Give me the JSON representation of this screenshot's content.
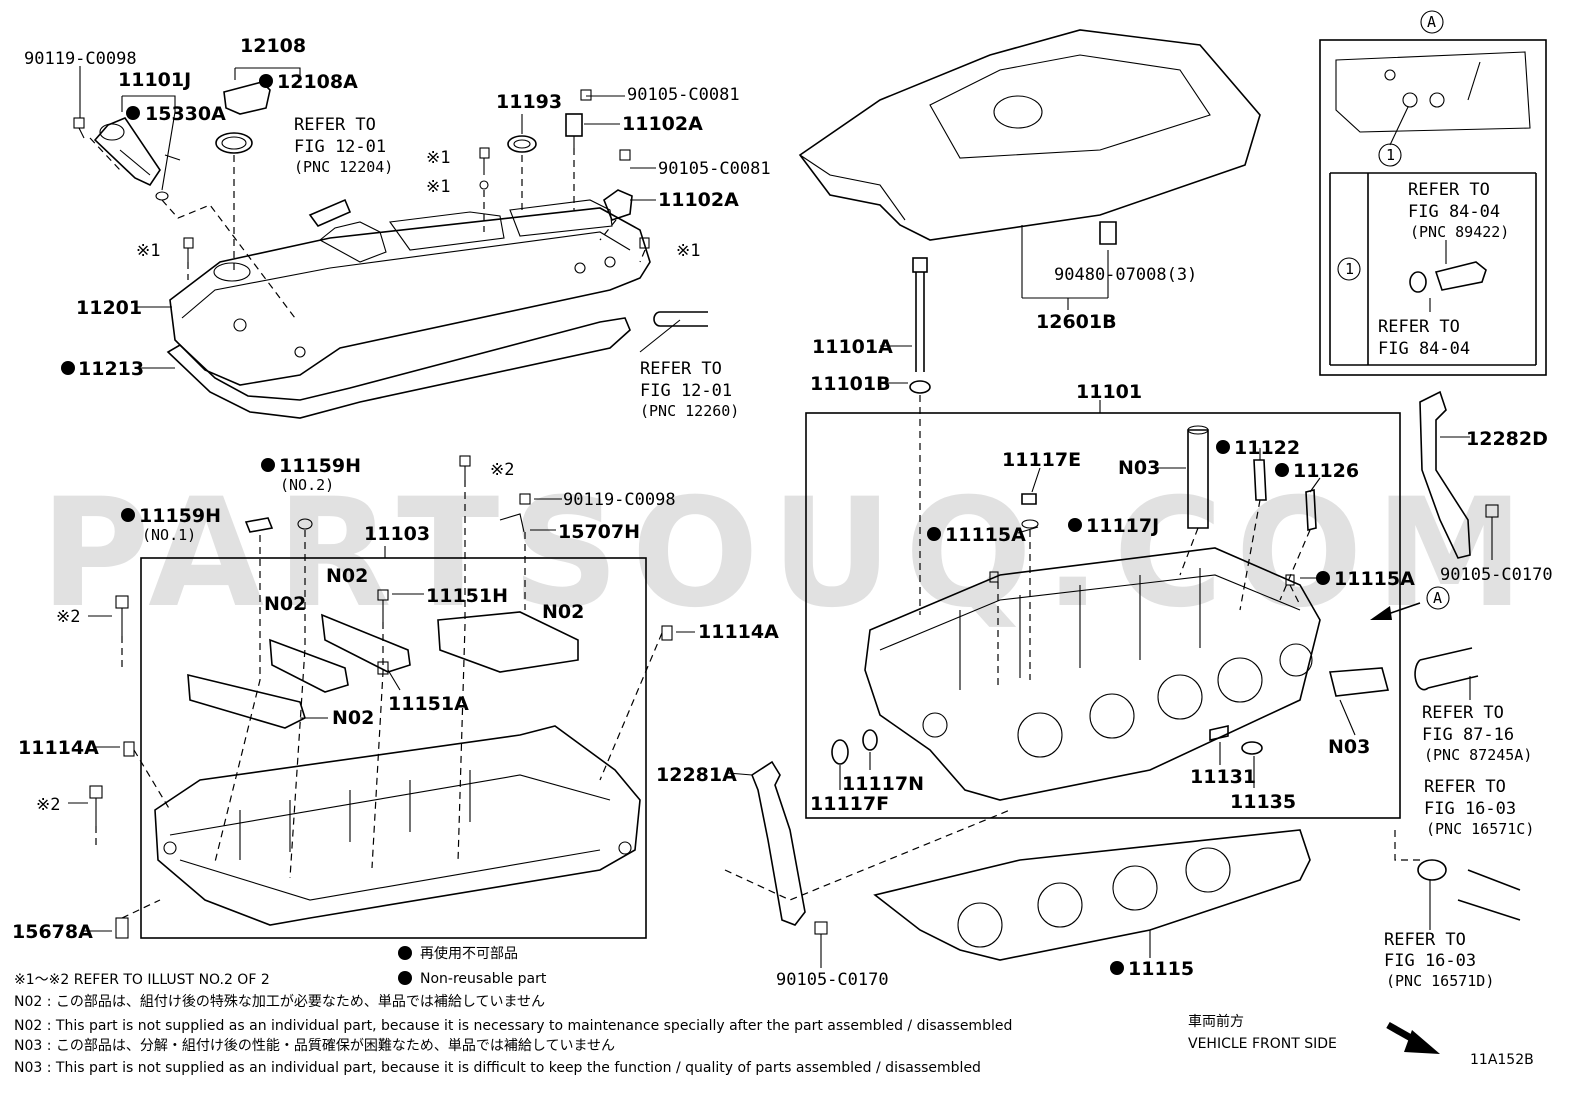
{
  "watermark": "PARTSOUQ.COM",
  "diagram_code": "11A152B",
  "labels": {
    "p90119_c0098_a": "90119-C0098",
    "p11101j": "11101J",
    "p15330a": "15330A",
    "p12108": "12108",
    "p12108a": "12108A",
    "refer_1201_a": "REFER TO",
    "refer_1201_b": "FIG 12-01",
    "refer_1201_c": "(PNC 12204)",
    "p11193": "11193",
    "p90105_c0081_a": "90105-C0081",
    "p11102a_a": "11102A",
    "x1_a": "※1",
    "x1_b": "※1",
    "p90105_c0081_b": "90105-C0081",
    "p11102a_b": "11102A",
    "x1_c": "※1",
    "x1_d": "※1",
    "p11201": "11201",
    "p11213": "11213",
    "refer_12260_a": "REFER TO",
    "refer_12260_b": "FIG 12-01",
    "refer_12260_c": "(PNC 12260)",
    "p11159h_no2": "11159H",
    "no2": "(NO.2)",
    "x2_a": "※2",
    "p90119_c0098_b": "90119-C0098",
    "p11159h_no1": "11159H",
    "no1": "(NO.1)",
    "p11103": "11103",
    "p15707h": "15707H",
    "n02_a": "N02",
    "n02_b": "N02",
    "p11151h": "11151H",
    "n02_c": "N02",
    "x2_b": "※2",
    "p11114a_a": "11114A",
    "p11151a": "11151A",
    "n02_d": "N02",
    "p11114a_b": "11114A",
    "x2_c": "※2",
    "p15678a": "15678A",
    "p90480_07008": "90480-07008(3)",
    "p12601b": "12601B",
    "p11101a": "11101A",
    "p11101b": "11101B",
    "p11101": "11101",
    "p11117e": "11117E",
    "n03_a": "N03",
    "p11122": "11122",
    "p11126": "11126",
    "p11115a_a": "11115A",
    "p11117j": "11117J",
    "p11115a_b": "11115A",
    "p12282d": "12282D",
    "p90105_c0170_a": "90105-C0170",
    "circle_a_1": "A",
    "circle_a_2": "A",
    "refer_8716_a": "REFER TO",
    "refer_8716_b": "FIG 87-16",
    "refer_8716_c": "(PNC 87245A)",
    "refer_1603a_a": "REFER TO",
    "refer_1603a_b": "FIG 16-03",
    "refer_1603a_c": "(PNC 16571C)",
    "n03_b": "N03",
    "p11131": "11131",
    "p11135": "11135",
    "p11117n": "11117N",
    "p11117f": "11117F",
    "p12281a": "12281A",
    "p90105_c0170_b": "90105-C0170",
    "p11115": "11115",
    "refer_1603b_a": "REFER TO",
    "refer_1603b_b": "FIG 16-03",
    "refer_1603b_c": "(PNC 16571D)",
    "inset_circle_1": "1",
    "inset_circle_2": "1",
    "refer_8404a_a": "REFER TO",
    "refer_8404a_b": "FIG 84-04",
    "refer_8404a_c": "(PNC 89422)",
    "refer_8404b_a": "REFER TO",
    "refer_8404b_b": "FIG 84-04"
  },
  "legend": {
    "jp_nonreusable": "再使用不可部品",
    "en_nonreusable": "Non-reusable part",
    "refer_illust": "※1～※2  REFER TO ILLUST NO.2 OF 2",
    "n02_jp": "N02 : この部品は、組付け後の特殊な加工が必要なため、単品では補給していません",
    "n02_en": "N02 : This part is not supplied as an individual part, because it is necessary to maintenance specially after the part assembled / disassembled",
    "n03_jp": "N03 : この部品は、分解・組付け後の性能・品質確保が困難なため、単品では補給していません",
    "n03_en": "N03 : This part is not supplied as an individual part, because it is difficult to keep the function / quality of parts  assembled / disassembled",
    "front_jp": "車両前方",
    "front_en": "VEHICLE FRONT SIDE"
  }
}
